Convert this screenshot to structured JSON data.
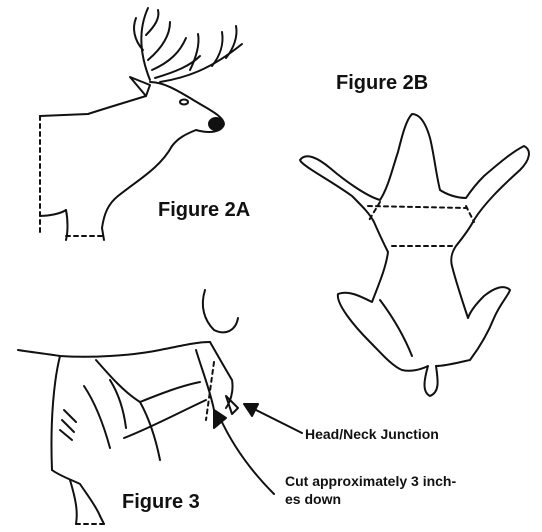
{
  "figures": {
    "fig_2a": "Figure 2A",
    "fig_2b": "Figure 2B",
    "fig_3": "Figure 3"
  },
  "callouts": {
    "head_neck": "Head/Neck Junction",
    "cut_line1": "Cut approximately 3 inch-",
    "cut_line2": "es down"
  },
  "colors": {
    "ink": "#111111",
    "background": "#ffffff"
  },
  "icons": [
    "deer-head-shoulder-drawing",
    "deer-hide-outline-drawing",
    "deer-neck-cape-drawing"
  ]
}
